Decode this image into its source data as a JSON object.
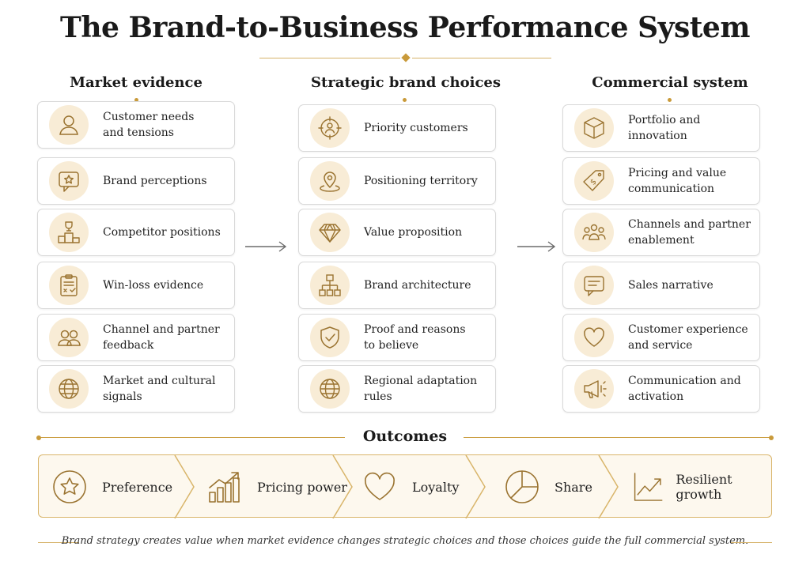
{
  "title": "The Brand-to-Business Performance System",
  "columns": [
    {
      "heading": "Market evidence",
      "items": [
        {
          "label": "Customer needs\nand tensions",
          "icon": "person-icon"
        },
        {
          "label": "Brand perceptions",
          "icon": "speech-star-icon"
        },
        {
          "label": "Competitor positions",
          "icon": "podium-trophy-icon"
        },
        {
          "label": "Win-loss evidence",
          "icon": "clipboard-icon"
        },
        {
          "label": "Channel and partner\nfeedback",
          "icon": "people-icon"
        },
        {
          "label": "Market and cultural\nsignals",
          "icon": "globe-icon"
        }
      ]
    },
    {
      "heading": "Strategic brand choices",
      "items": [
        {
          "label": "Priority customers",
          "icon": "target-person-icon"
        },
        {
          "label": "Positioning territory",
          "icon": "map-pin-icon"
        },
        {
          "label": "Value proposition",
          "icon": "diamond-icon"
        },
        {
          "label": "Brand architecture",
          "icon": "hierarchy-icon"
        },
        {
          "label": "Proof and reasons\nto believe",
          "icon": "shield-check-icon"
        },
        {
          "label": "Regional adaptation rules",
          "icon": "globe-icon"
        }
      ]
    },
    {
      "heading": "Commercial system",
      "items": [
        {
          "label": "Portfolio and innovation",
          "icon": "cube-icon"
        },
        {
          "label": "Pricing and value\ncommunication",
          "icon": "price-tag-icon"
        },
        {
          "label": "Channels and partner\nenablement",
          "icon": "group-icon"
        },
        {
          "label": "Sales narrative",
          "icon": "chat-icon"
        },
        {
          "label": "Customer experience\nand service",
          "icon": "heart-icon"
        },
        {
          "label": "Communication and\nactivation",
          "icon": "megaphone-icon"
        }
      ]
    }
  ],
  "outcomes": {
    "title": "Outcomes",
    "items": [
      {
        "label": "Preference",
        "icon": "star-circle-icon"
      },
      {
        "label": "Pricing power",
        "icon": "bar-growth-icon"
      },
      {
        "label": "Loyalty",
        "icon": "heart-icon"
      },
      {
        "label": "Share",
        "icon": "pie-icon"
      },
      {
        "label": "Resilient growth",
        "icon": "line-growth-icon"
      }
    ]
  },
  "footer": "Brand strategy creates value when market evidence changes strategic choices and those choices guide the full commercial system.",
  "colors": {
    "accent": "#c99a3a",
    "icon_bg": "#f8ecd6",
    "outcome_bg": "#fdf8ee"
  }
}
